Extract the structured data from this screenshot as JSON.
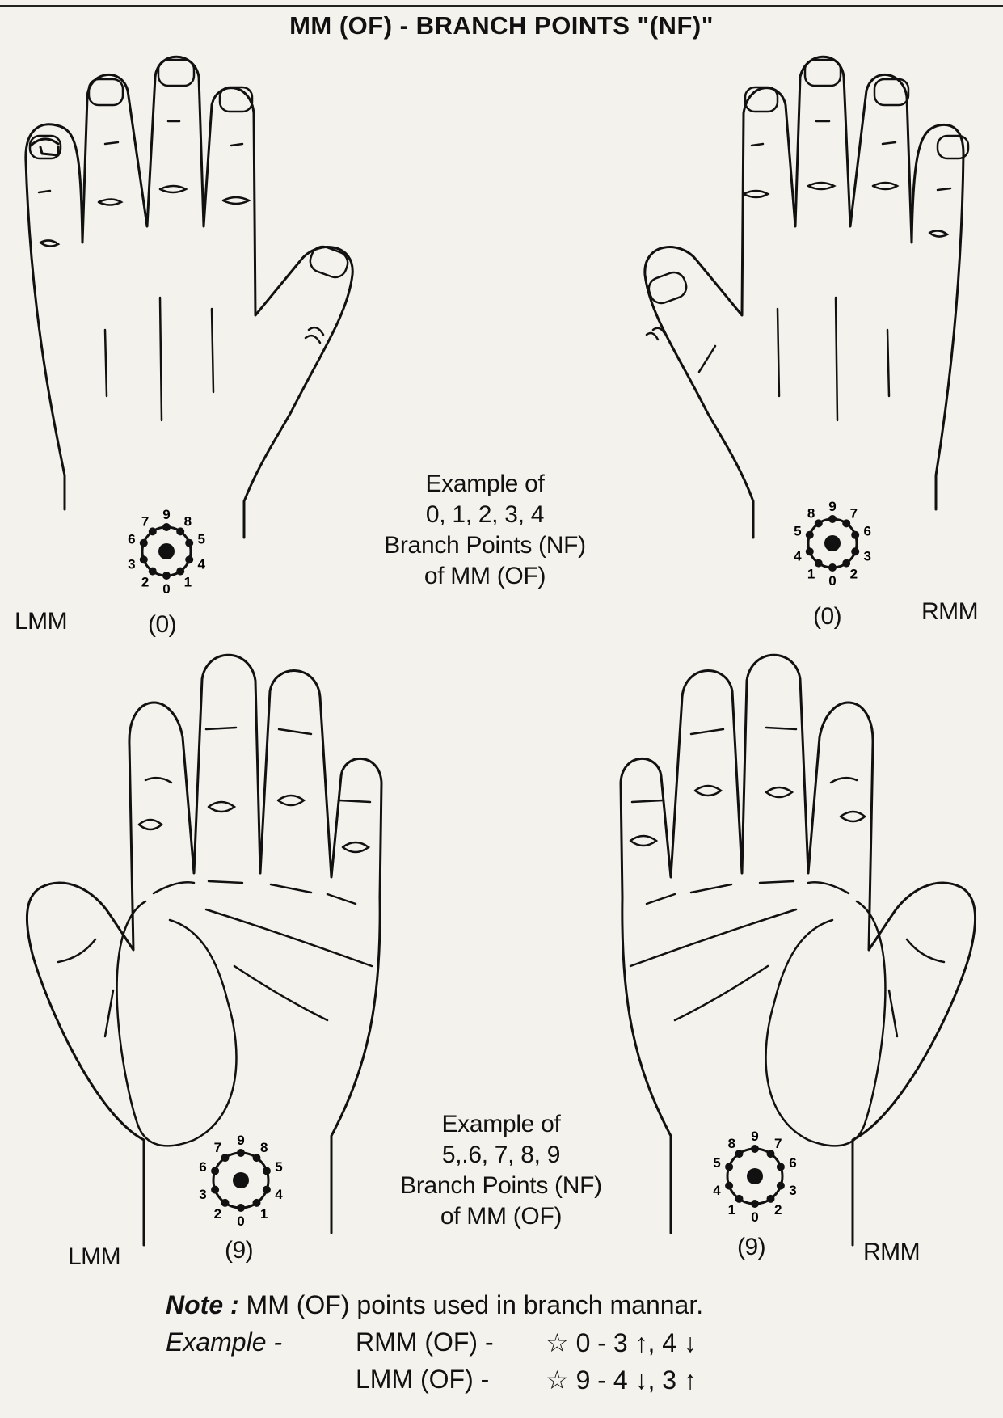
{
  "title": "MM (OF) - BRANCH POINTS \"(NF)\"",
  "example_top": [
    "Example of",
    "0, 1, 2, 3, 4",
    "Branch Points (NF)",
    "of MM (OF)"
  ],
  "example_bottom": [
    "Example of",
    "5,.6, 7, 8, 9",
    "Branch Points (NF)",
    "of MM (OF)"
  ],
  "labels": {
    "lmm": "LMM",
    "rmm": "RMM",
    "zero": "(0)",
    "nine": "(9)"
  },
  "wheel_digits": [
    "0",
    "1",
    "2",
    "3",
    "4",
    "5",
    "6",
    "7",
    "8",
    "9"
  ],
  "note": {
    "label": "Note :",
    "text": "MM (OF) points used in branch mannar.",
    "example_label": "Example -",
    "rows": [
      {
        "name": "RMM (OF) -",
        "value": "☆ 0 - 3 ↑, 4 ↓"
      },
      {
        "name": "LMM (OF) -",
        "value": "☆ 9 - 4 ↓, 3 ↑"
      }
    ]
  },
  "colors": {
    "ink": "#111111",
    "paper": "#f4f2ec"
  }
}
